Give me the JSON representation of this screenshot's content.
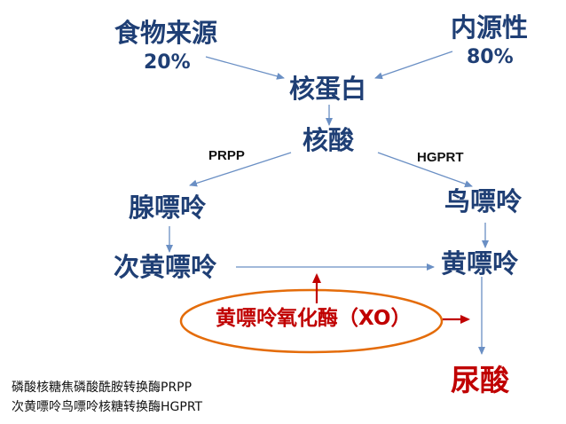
{
  "sources": {
    "dietary": {
      "label": "食物来源",
      "percent": "20%"
    },
    "endogenous": {
      "label": "内源性",
      "percent": "80%"
    }
  },
  "nodes": {
    "nucleoprotein": "核蛋白",
    "nucleic_acid": "核酸",
    "adenine": "腺嘌呤",
    "guanine": "鸟嘌呤",
    "hypoxanthine": "次黄嘌呤",
    "xanthine": "黄嘌呤",
    "uric_acid": "尿酸"
  },
  "enzymes": {
    "prpp": "PRPP",
    "hgprt": "HGPRT",
    "xo": "黄嘌呤氧化酶（XO）"
  },
  "legend": [
    "磷酸核糖焦磷酸酰胺转换酶PRPP",
    "次黄嘌呤鸟嘌呤核糖转换酶HGPRT"
  ],
  "colors": {
    "node_text": "#1f3f75",
    "arrow": "#6a8fc4",
    "highlight": "#c00000",
    "ellipse_border": "#e46c0a"
  }
}
